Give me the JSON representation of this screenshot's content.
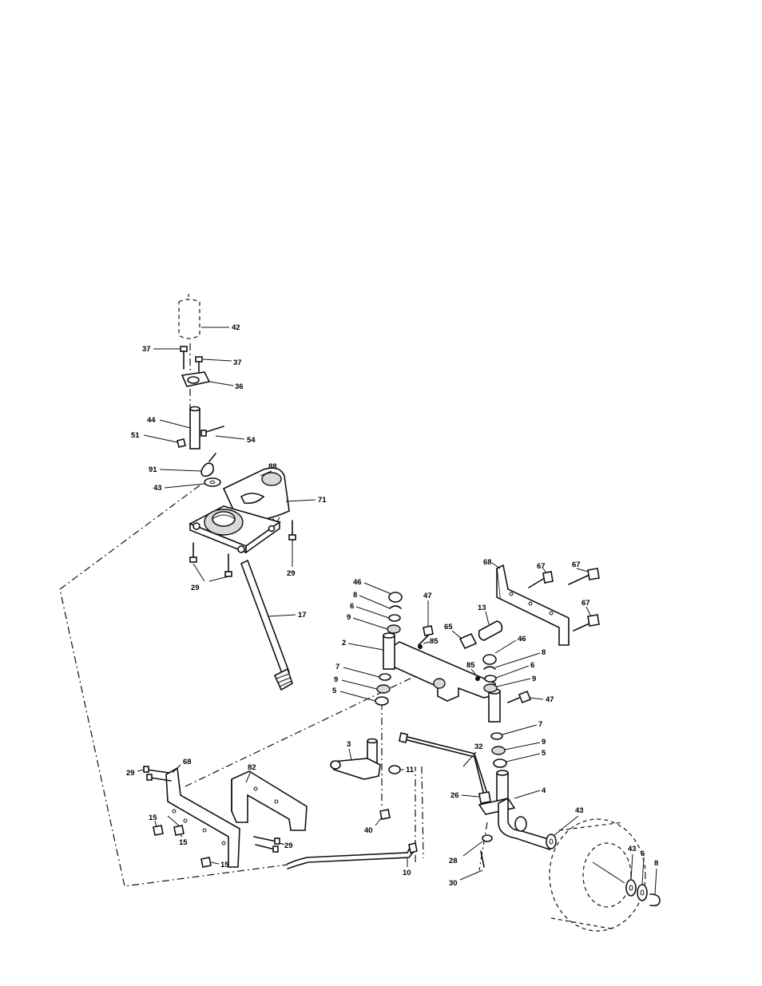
{
  "labels": {
    "l42": "42",
    "l37a": "37",
    "l37b": "37",
    "l36": "36",
    "l44": "44",
    "l51": "51",
    "l54": "54",
    "l91": "91",
    "l88": "88",
    "l43a": "43",
    "l71": "71",
    "l29a": "29",
    "l29b": "29",
    "l17": "17",
    "l68a": "68",
    "l67a": "67",
    "l67b": "67",
    "l67c": "67",
    "l46a": "46",
    "l8a": "8",
    "l6a": "6",
    "l9a": "9",
    "l47a": "47",
    "l85a": "85",
    "l2": "2",
    "l65": "65",
    "l13": "13",
    "l46b": "46",
    "l8b": "8",
    "l85b": "85",
    "l6b": "6",
    "l9b": "9",
    "l7a": "7",
    "l9c": "9",
    "l5a": "5",
    "l47b": "47",
    "l7b": "7",
    "l9d": "9",
    "l5b": "5",
    "l3": "3",
    "l32": "32",
    "l11": "11",
    "l40": "40",
    "l26": "26",
    "l4": "4",
    "l43b": "43",
    "l28": "28",
    "l30": "30",
    "l43c": "43",
    "l6c": "6",
    "l8c": "8",
    "l10": "10",
    "l29c": "29",
    "l68b": "68",
    "l82": "82",
    "l15a": "15",
    "l15b": "15",
    "l15c": "15",
    "l29d": "29"
  }
}
